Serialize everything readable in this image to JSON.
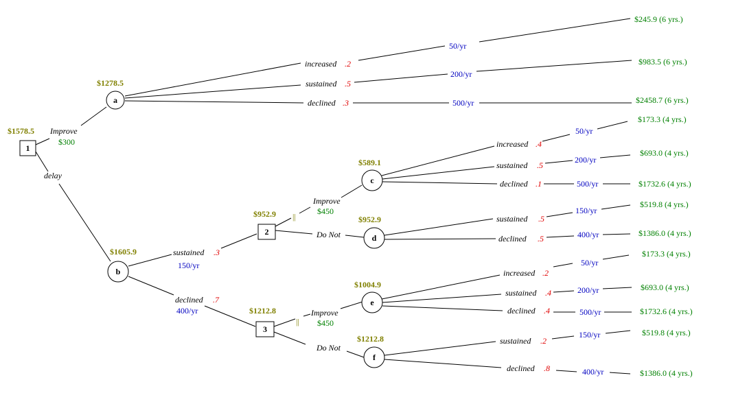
{
  "colors": {
    "node_value": "#808000",
    "cost": "#008000",
    "outcome": "#008000",
    "rate": "#0000c0",
    "probability": "#e00000",
    "text": "#000000"
  },
  "nodes": {
    "n1": {
      "label": "1",
      "value": "$1578.5"
    },
    "a": {
      "label": "a",
      "value": "$1278.5"
    },
    "b": {
      "label": "b",
      "value": "$1605.9"
    },
    "n2": {
      "label": "2",
      "value": "$952.9"
    },
    "n3": {
      "label": "3",
      "value": "$1212.8"
    },
    "c": {
      "label": "c",
      "value": "$589.1"
    },
    "d": {
      "label": "d",
      "value": "$952.9"
    },
    "e": {
      "label": "e",
      "value": "$1004.9"
    },
    "f": {
      "label": "f",
      "value": "$1212.8"
    }
  },
  "edges": {
    "improve_a": {
      "name": "Improve",
      "cost": "$300"
    },
    "delay_b": {
      "name": "delay"
    },
    "b_sustained": {
      "name": "sustained",
      "prob": ".3",
      "rate": "150/yr"
    },
    "b_declined": {
      "name": "declined",
      "prob": ".7",
      "rate": "400/yr"
    },
    "n2_improve": {
      "name": "Improve",
      "cost": "$450",
      "lock": "||"
    },
    "n2_donot": {
      "name": "Do Not"
    },
    "n3_improve": {
      "name": "Improve",
      "cost": "$450",
      "lock": "||"
    },
    "n3_donot": {
      "name": "Do Not"
    }
  },
  "outcomes": {
    "a1": {
      "name": "increased",
      "prob": ".2",
      "rate": "50/yr",
      "value": "$245.9 (6 yrs.)"
    },
    "a2": {
      "name": "sustained",
      "prob": ".5",
      "rate": "200/yr",
      "value": "$983.5 (6 yrs.)"
    },
    "a3": {
      "name": "declined",
      "prob": ".3",
      "rate": "500/yr",
      "value": "$2458.7 (6 yrs.)"
    },
    "c1": {
      "name": "increased",
      "prob": ".4",
      "rate": "50/yr",
      "value": "$173.3 (4 yrs.)"
    },
    "c2": {
      "name": "sustained",
      "prob": ".5",
      "rate": "200/yr",
      "value": "$693.0 (4 yrs.)"
    },
    "c3": {
      "name": "declined",
      "prob": ".1",
      "rate": "500/yr",
      "value": "$1732.6 (4 yrs.)"
    },
    "d1": {
      "name": "sustained",
      "prob": ".5",
      "rate": "150/yr",
      "value": "$519.8 (4 yrs.)"
    },
    "d2": {
      "name": "declined",
      "prob": ".5",
      "rate": "400/yr",
      "value": "$1386.0 (4 yrs.)"
    },
    "e1": {
      "name": "increased",
      "prob": ".2",
      "rate": "50/yr",
      "value": "$173.3 (4 yrs.)"
    },
    "e2": {
      "name": "sustained",
      "prob": ".4",
      "rate": "200/yr",
      "value": "$693.0 (4 yrs.)"
    },
    "e3": {
      "name": "declined",
      "prob": ".4",
      "rate": "500/yr",
      "value": "$1732.6 (4 yrs.)"
    },
    "f1": {
      "name": "sustained",
      "prob": ".2",
      "rate": "150/yr",
      "value": "$519.8 (4 yrs.)"
    },
    "f2": {
      "name": "declined",
      "prob": ".8",
      "rate": "400/yr",
      "value": "$1386.0 (4 yrs.)"
    }
  }
}
